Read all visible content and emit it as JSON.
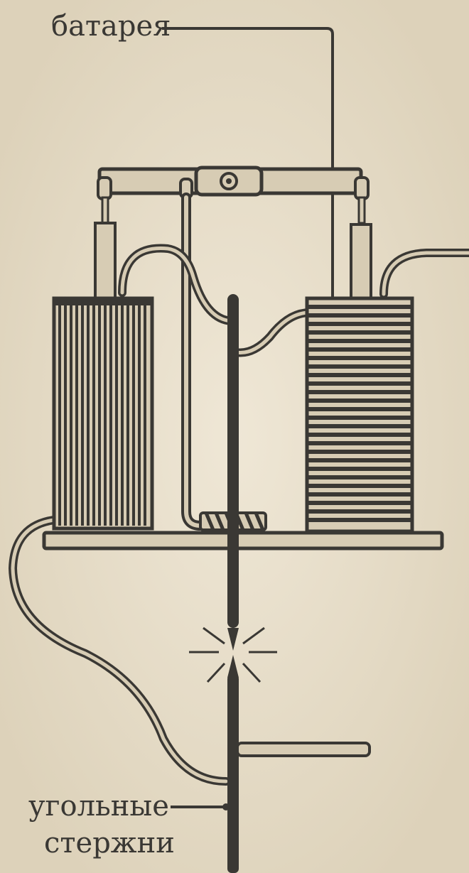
{
  "labels": {
    "battery": "батарея",
    "carbon_rods_line1": "угольные",
    "carbon_rods_line2": "стержни"
  },
  "colors": {
    "paper": "#e9e0cc",
    "ink": "#3a3834",
    "pale_fill": "#d7ccb4"
  }
}
